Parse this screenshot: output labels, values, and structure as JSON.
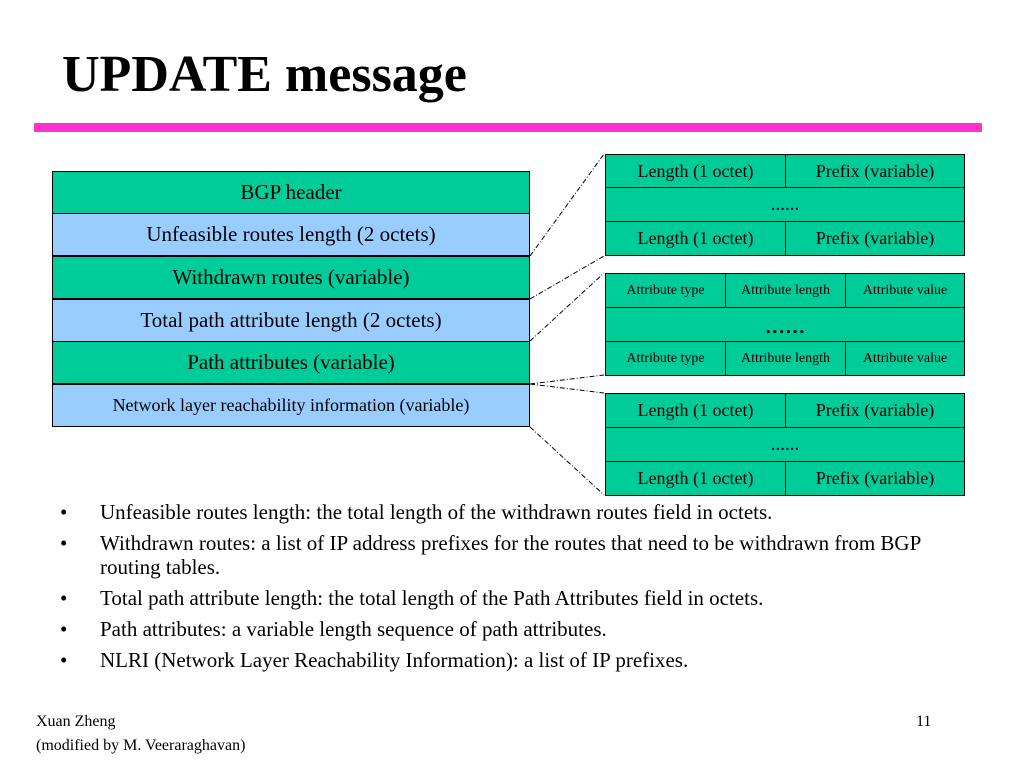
{
  "title": "UPDATE message",
  "message_fields": [
    {
      "label": "BGP header",
      "color": "#00cc99"
    },
    {
      "label": "Unfeasible routes length (2 octets)",
      "color": "#99ccff"
    },
    {
      "label": "Withdrawn routes (variable)",
      "color": "#00cc99"
    },
    {
      "label": "Total path attribute length (2 octets)",
      "color": "#99ccff"
    },
    {
      "label": "Path attributes (variable)",
      "color": "#00cc99"
    },
    {
      "label": "Network layer reachability information (variable)",
      "color": "#99ccff"
    }
  ],
  "withdrawn_detail": {
    "row1": [
      "Length (1 octet)",
      "Prefix (variable)"
    ],
    "ellipsis": "......",
    "row3": [
      "Length (1 octet)",
      "Prefix (variable)"
    ]
  },
  "attributes_detail": {
    "row1": [
      "Attribute type",
      "Attribute length",
      "Attribute value"
    ],
    "ellipsis": "......",
    "row3": [
      "Attribute type",
      "Attribute length",
      "Attribute value"
    ]
  },
  "nlri_detail": {
    "row1": [
      "Length (1 octet)",
      "Prefix (variable)"
    ],
    "ellipsis": "......",
    "row3": [
      "Length (1 octet)",
      "Prefix (variable)"
    ]
  },
  "bullet_char": "•",
  "bullets": [
    "Unfeasible routes length: the total length of the withdrawn routes field in octets.",
    "Withdrawn routes: a list of IP address prefixes for the routes that need to be withdrawn from BGP routing tables.",
    "Total path attribute length: the total length of the Path Attributes field in octets.",
    "Path attributes: a variable length sequence of path attributes.",
    "NLRI (Network Layer Reachability Information): a list of IP prefixes."
  ],
  "footer": {
    "author": "Xuan Zheng",
    "modified": "(modified by M. Veeraraghavan)",
    "page": "11"
  }
}
